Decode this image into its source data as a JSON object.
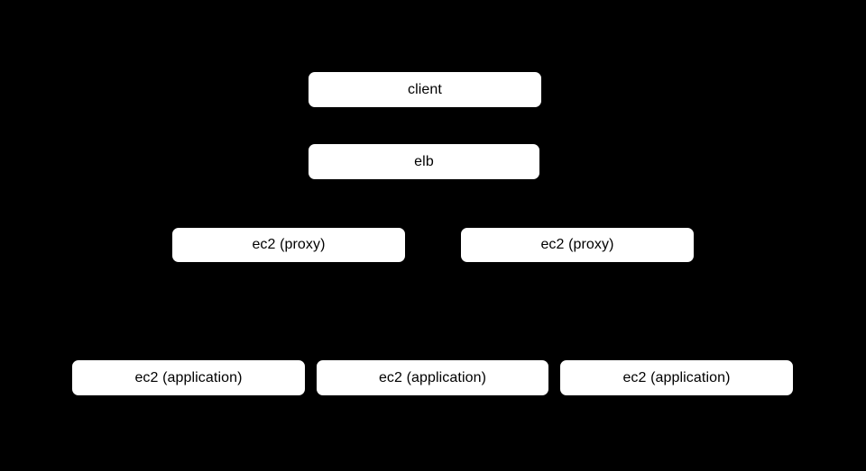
{
  "diagram": {
    "background_color": "#000000",
    "node_fill_color": "#ffffff",
    "node_text_color": "#000000",
    "nodes": [
      {
        "id": "client",
        "label": "client"
      },
      {
        "id": "elb",
        "label": "elb"
      },
      {
        "id": "proxy-1",
        "label": "ec2 (proxy)"
      },
      {
        "id": "proxy-2",
        "label": "ec2 (proxy)"
      },
      {
        "id": "app-1",
        "label": "ec2 (application)"
      },
      {
        "id": "app-2",
        "label": "ec2 (application)"
      },
      {
        "id": "app-3",
        "label": "ec2 (application)"
      }
    ]
  }
}
